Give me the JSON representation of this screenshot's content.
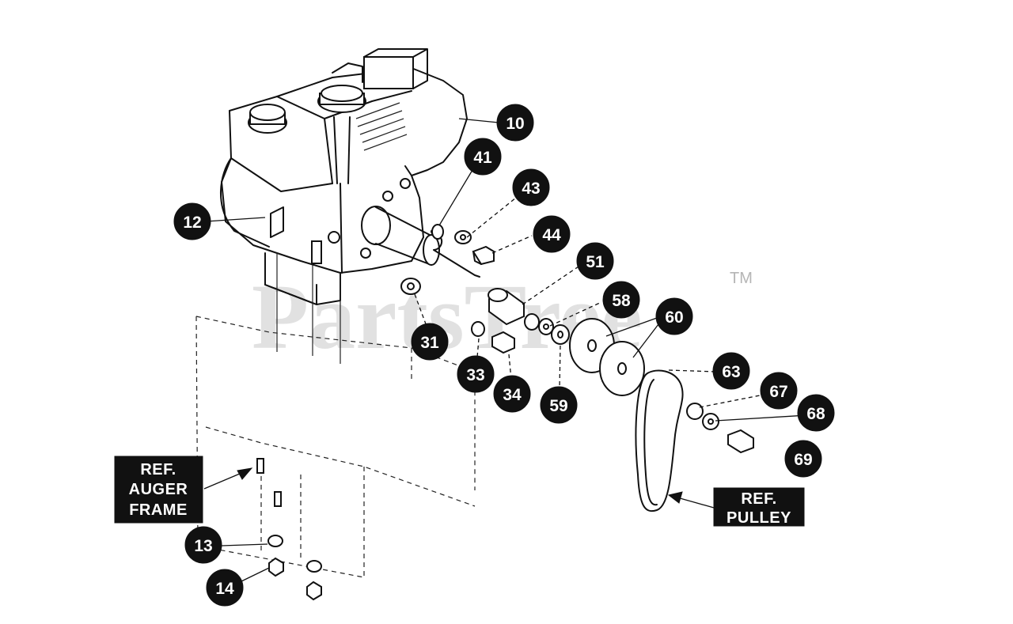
{
  "watermark": {
    "text": "PartsTree",
    "trademark": "TM"
  },
  "callouts": [
    {
      "id": "c10",
      "label": "10"
    },
    {
      "id": "c41",
      "label": "41"
    },
    {
      "id": "c43",
      "label": "43"
    },
    {
      "id": "c44",
      "label": "44"
    },
    {
      "id": "c12",
      "label": "12"
    },
    {
      "id": "c51",
      "label": "51"
    },
    {
      "id": "c58",
      "label": "58"
    },
    {
      "id": "c60",
      "label": "60"
    },
    {
      "id": "c31",
      "label": "31"
    },
    {
      "id": "c33",
      "label": "33"
    },
    {
      "id": "c34",
      "label": "34"
    },
    {
      "id": "c59",
      "label": "59"
    },
    {
      "id": "c63",
      "label": "63"
    },
    {
      "id": "c67",
      "label": "67"
    },
    {
      "id": "c68",
      "label": "68"
    },
    {
      "id": "c69",
      "label": "69"
    },
    {
      "id": "c13",
      "label": "13"
    },
    {
      "id": "c14",
      "label": "14"
    }
  ],
  "ref_auger_frame": {
    "lines": [
      "REF.",
      "AUGER",
      "FRAME"
    ]
  },
  "ref_pulley": {
    "lines": [
      "REF.",
      "PULLEY"
    ]
  },
  "colors": {
    "ink": "#111111",
    "badge_text": "#ffffff",
    "watermark": "#c9c9c9",
    "background": "#ffffff"
  }
}
